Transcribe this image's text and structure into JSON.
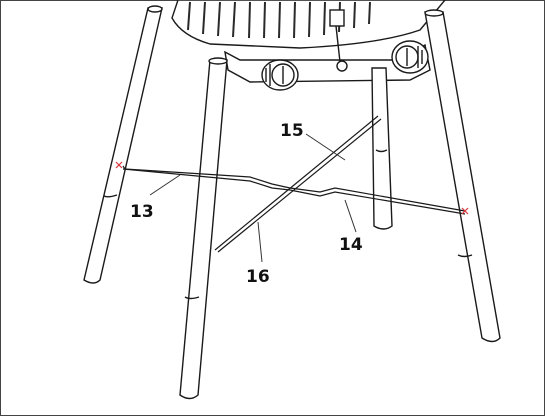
{
  "callouts": {
    "leg_brace_left": "13",
    "leg_brace_right": "14",
    "cross_bar_upper": "15",
    "cross_bar_lower": "16"
  },
  "colors": {
    "line": "#1a1a1a",
    "leader": "#333333",
    "marker": "#d9363e",
    "fill": "#ffffff",
    "grill": "#2a2a2a"
  }
}
